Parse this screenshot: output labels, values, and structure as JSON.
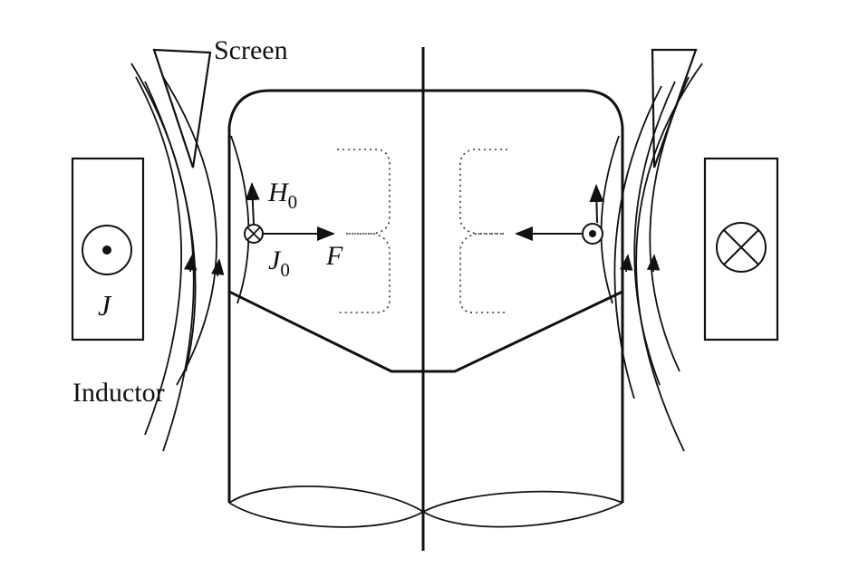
{
  "labels": {
    "screen": "Screen",
    "inductor": "Inductor",
    "current": "J",
    "field_main": "H",
    "field_sub": "0",
    "induced_main": "J",
    "induced_sub": "0",
    "force": "F"
  },
  "colors": {
    "ink": "#111111",
    "background": "#ffffff"
  }
}
